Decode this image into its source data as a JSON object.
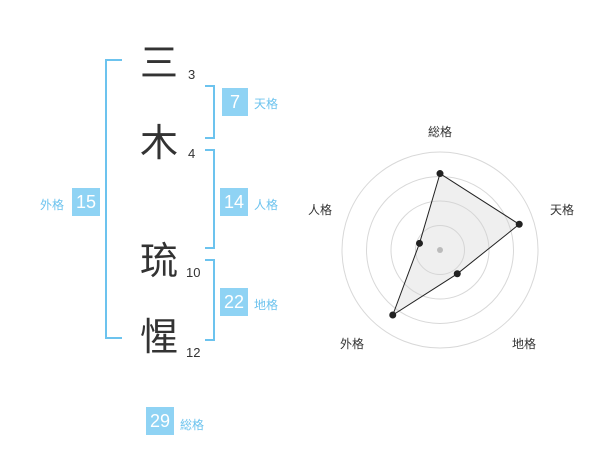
{
  "name_chars": [
    {
      "char": "三",
      "strokes": "3"
    },
    {
      "char": "木",
      "strokes": "4"
    },
    {
      "char": "琉",
      "strokes": "10"
    },
    {
      "char": "惺",
      "strokes": "12"
    }
  ],
  "fortune": {
    "tenkaku": {
      "value": "7",
      "label": "天格"
    },
    "jinkaku": {
      "value": "14",
      "label": "人格"
    },
    "chikaku": {
      "value": "22",
      "label": "地格"
    },
    "gaikaku": {
      "value": "15",
      "label": "外格"
    },
    "soukaku": {
      "value": "29",
      "label": "総格"
    }
  },
  "radar": {
    "labels": {
      "soukaku": "総格",
      "tenkaku": "天格",
      "chikaku": "地格",
      "gaikaku": "外格",
      "jinkaku": "人格"
    },
    "values": {
      "soukaku": 0.78,
      "tenkaku": 0.85,
      "chikaku": 0.3,
      "gaikaku": 0.82,
      "jinkaku": 0.22
    },
    "max_level": 1,
    "rings": 4
  },
  "colors": {
    "accent": "#8fd3f4",
    "bracket": "#6cc3ee",
    "text": "#333333"
  }
}
